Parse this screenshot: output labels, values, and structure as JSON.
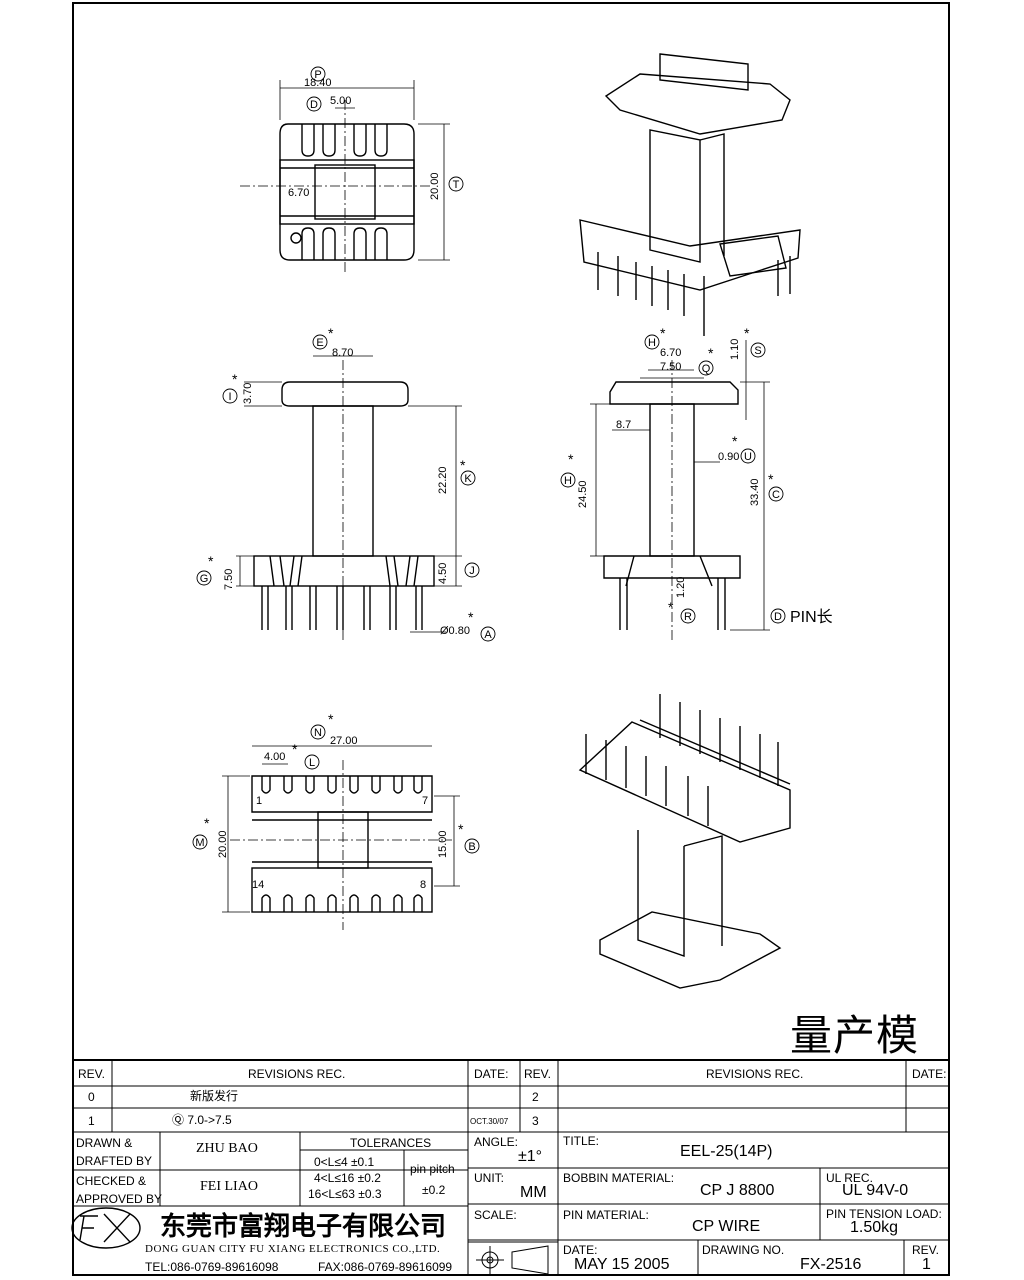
{
  "drawing": {
    "top_view": {
      "width_overall": "18.40",
      "slot_width": "5.00",
      "core_width": "6.70",
      "height": "20.00",
      "lbl_width": "P",
      "lbl_slot": "D",
      "lbl_height": "T"
    },
    "front_view": {
      "core": "8.70",
      "flange": "3.70",
      "window": "22.20",
      "base": "4.50",
      "base_total": "7.50",
      "pin_dia": "Ø0.80",
      "lbl_core": "E",
      "lbl_flange": "I",
      "lbl_window": "K",
      "lbl_base": "J",
      "lbl_base_total": "G",
      "lbl_pin": "A",
      "star": "*"
    },
    "side_view": {
      "w1": "6.70",
      "w2": "7.50",
      "flange_t": "1.10",
      "inner": "8.7",
      "wall": "0.90",
      "window": "24.50",
      "total": "33.40",
      "pin_gap": "1.20",
      "lbl_w1": "H",
      "lbl_w2": "Q",
      "lbl_flange": "S",
      "lbl_wall": "U",
      "lbl_window": "H",
      "lbl_total": "C",
      "lbl_gap": "R",
      "lbl_pin": "D",
      "pin_len": "PIN长"
    },
    "bottom_view": {
      "length": "27.00",
      "pitch": "4.00",
      "height": "20.00",
      "row_gap": "15.00",
      "pin1": "1",
      "pin7": "7",
      "pin14": "14",
      "pin8": "8",
      "lbl_length": "N",
      "lbl_pitch": "L",
      "lbl_height": "M",
      "lbl_gap": "B"
    },
    "production_mark": "量产模"
  },
  "title_block": {
    "rev_hdr": "REV.",
    "revisions_hdr": "REVISIONS   REC.",
    "date_hdr": "DATE:",
    "rev_rows": [
      {
        "rev": "0",
        "text": "新版发行",
        "date": "",
        "rev2": "2"
      },
      {
        "rev": "1",
        "text": "Ⓠ 7.0->7.5",
        "date": "OCT.30/07",
        "rev2": "3"
      }
    ],
    "drawn_by_lbl": "DRAWN &\nDRAFTED BY",
    "drawn_by": "ZHU  BAO",
    "checked_lbl": "CHECKED &\nAPPROVED BY",
    "checked_by": "FEI  LIAO",
    "tolerances_hdr": "TOLERANCES",
    "tol1": "0<L≤4   ±0.1",
    "tol2": "4<L≤16  ±0.2",
    "tol3": "16<L≤63  ±0.3",
    "pin_pitch_lbl": "pin pitch",
    "pin_pitch": "±0.2",
    "angle_lbl": "ANGLE:",
    "angle": "±1°",
    "unit_lbl": "UNIT:",
    "unit": "MM",
    "scale_lbl": "SCALE:",
    "title_lbl": "TITLE:",
    "title": "EEL-25(14P)",
    "bobbin_mat_lbl": "BOBBIN MATERIAL:",
    "bobbin_mat": "CP  J  8800",
    "ul_lbl": "UL REC.",
    "ul": "UL  94V-0",
    "pin_mat_lbl": "PIN MATERIAL:",
    "pin_mat": "CP  WIRE",
    "tension_lbl": "PIN TENSION LOAD:",
    "tension": "1.50kg",
    "date_lbl": "DATE:",
    "date": "MAY  15  2005",
    "dwg_lbl": "DRAWING NO.",
    "dwg": "FX-2516",
    "rev_lbl": "REV.",
    "rev": "1",
    "company_cn": "东莞市富翔电子有限公司",
    "company_en": "DONG GUAN CITY FU XIANG ELECTRONICS CO.,LTD.",
    "tel": "TEL:086-0769-89616098",
    "fax": "FAX:086-0769-89616099"
  }
}
